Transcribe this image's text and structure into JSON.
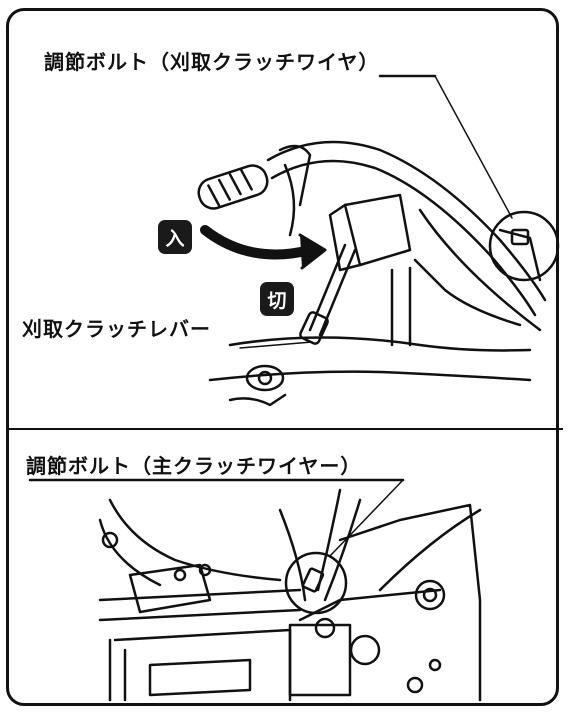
{
  "top_panel": {
    "bolt_label": "調節ボルト（刈取クラッチワイヤ）",
    "lever_label": "刈取クラッチレバー",
    "engage_badge": "入",
    "disengage_badge": "切"
  },
  "bottom_panel": {
    "bolt_label": "調節ボルト（主クラッチワイヤー）"
  }
}
